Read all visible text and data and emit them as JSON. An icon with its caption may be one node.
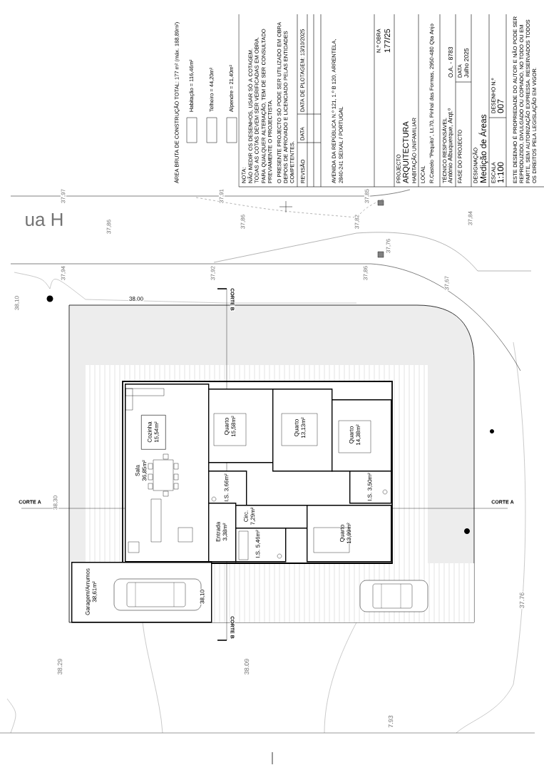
{
  "diagram": {
    "nodes": [
      {
        "text": [
          "Sala 36,85m²"
        ]
      },
      {
        "text": [
          "Cozinha 15,54m²"
        ],
        "in": 0
      },
      {
        "text": [
          "Quarto 15,58m²"
        ]
      },
      {
        "text": [
          "I.S. 3,66m²"
        ]
      },
      {
        "text": [
          "Quarto 13,13m²"
        ]
      },
      {
        "text": [
          "Quarto 14,38m²"
        ]
      },
      {
        "text": [
          "I.S. 3,50m²"
        ]
      },
      {
        "text": [
          "Entrada 3,38m²"
        ]
      },
      {
        "text": [
          "Circ. 7,29m²"
        ]
      },
      {
        "text": [
          "I.S. 5,46m²"
        ]
      },
      {
        "text": [
          "Quarto 13,99m²"
        ]
      },
      {
        "text": [
          "Garagem/Arrumos 38,61m²"
        ]
      }
    ],
    "labels": [
      "ÁREA BRUTA DE CONSTRUÇÃO TOTAL: 177 m² (máx. 188,89m²)",
      "NOTA:",
      "NÃO MEDIR OS DESENHOS, USAR SÓ A COTAGEM.",
      "TODAS AS COTAS DEVEM SER VERIFICADAS EM OBRA.",
      "PARA QUALQUER ALTERAÇÃO, TEM DE SER CONSULTADO PREVIAMENTE O PROJECTISTA.",
      "O PRESENTE PROJECTO SÓ PODE SER UTILIZADO EM OBRA DEPOIS DE APROVADO E LICENCIADO PELAS ENTIDADES COMPETENTES.",
      "REVISÃO",
      "DATA",
      "DATA DE PLOTAGEM: 13/10/2025",
      "AVENIDA DA REPÚBLICA N.º 121, 1.º B 120, ARRENTELA,",
      "2840-241 SEIXAL / PORTUGAL",
      "N.º OBRA",
      "177/25",
      "PROJECTO",
      "ARQUITECTURA",
      "HABITAÇÃO UNIFAMILIAR",
      "LOCAL",
      "R.Castelo \"Pequito\", Lt.70, Pinhal das Formas, 2950-480 Qta Anjo",
      "TÉCNICO RESPONSÁVEL",
      "António Albuquerque, Arqt.º",
      "O.A. - 8783",
      "FASE DO PROJECTO",
      "DATA",
      "Julho 2025",
      "DESIGNAÇÃO",
      "Medição de Áreas",
      "ESCALA",
      "1:100",
      "DESENHO N.º",
      "007",
      "ESTE DESENHO É PROPRIEDADE DO AUTOR E NÃO PODE SER REPRODUZIDO, DIVULGADO OU COPIADO, NO TODO OU EM PARTE, SEM AUTORIZAÇÃO EXPRESSA. RESERVADOS TODOS OS DIREITOS PELA LEGISLAÇÃO EM VIGOR.",
      "ua H",
      "37,97",
      "37,91",
      "37,85",
      "37,86",
      "37,86",
      "37,82",
      "37,84",
      "37,94",
      "37,92",
      "37,86",
      "37,76",
      "37,67",
      "38,10",
      "38.00",
      "38,30",
      "38,10",
      "38.29",
      "38.09",
      "7.93",
      "37.76",
      "CORTE B",
      "CORTE B",
      "CORTE A",
      "CORTE A"
    ],
    "legend": [
      {
        "text": "Habitação = 116,46m²"
      },
      {
        "text": "Telheiro = 44,20m²"
      },
      {
        "text": "Alpendre = 21,40m²"
      }
    ]
  }
}
